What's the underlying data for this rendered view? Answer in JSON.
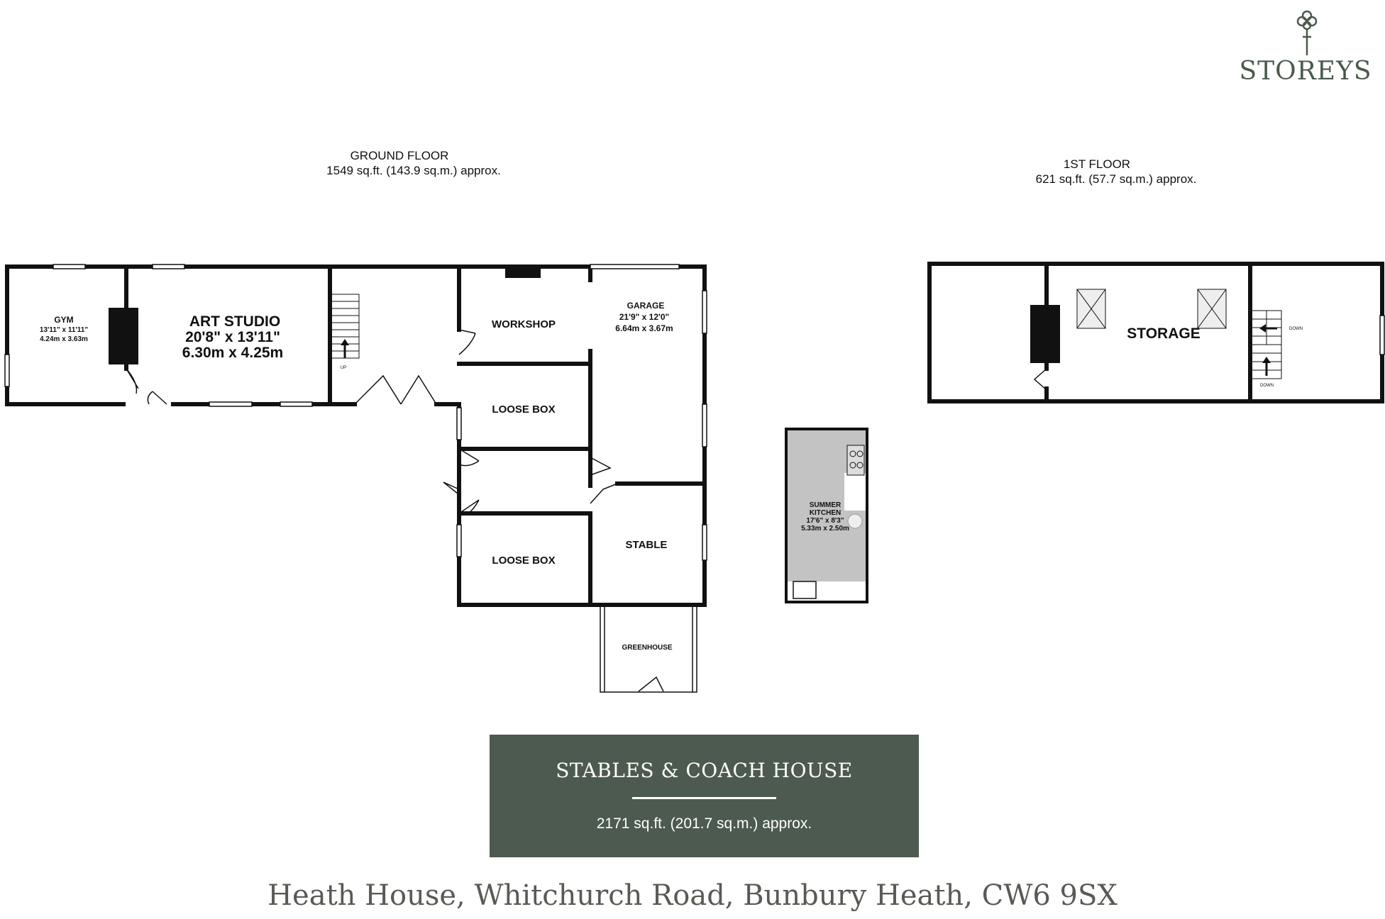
{
  "brand": {
    "name": "STOREYS",
    "logo": "key-icon"
  },
  "floors": {
    "ground": {
      "title": "GROUND FLOOR",
      "area": "1549 sq.ft. (143.9 sq.m.) approx."
    },
    "first": {
      "title": "1ST FLOOR",
      "area": "621 sq.ft. (57.7 sq.m.) approx."
    }
  },
  "rooms": {
    "gym": {
      "name": "GYM",
      "imperial": "13'11\" x 11'11\"",
      "metric": "4.24m x 3.63m"
    },
    "art_studio": {
      "name": "ART STUDIO",
      "imperial": "20'8\" x 13'11\"",
      "metric": "6.30m x 4.25m"
    },
    "workshop": {
      "name": "WORKSHOP"
    },
    "garage": {
      "name": "GARAGE",
      "imperial": "21'9\" x 12'0\"",
      "metric": "6.64m x 3.67m"
    },
    "loose_box_1": {
      "name": "LOOSE BOX"
    },
    "loose_box_2": {
      "name": "LOOSE BOX"
    },
    "stable": {
      "name": "STABLE"
    },
    "greenhouse": {
      "name": "GREENHOUSE"
    },
    "summer_kitchen": {
      "name_line1": "SUMMER",
      "name_line2": "KITCHEN",
      "imperial": "17'6\" x 8'3\"",
      "metric": "5.33m x 2.50m"
    },
    "storage": {
      "name": "STORAGE"
    }
  },
  "stairs": {
    "ground_up": "UP",
    "first_down_1": "DOWN",
    "first_down_2": "DOWN"
  },
  "summary": {
    "title": "STABLES & COACH HOUSE",
    "total_area": "2171 sq.ft. (201.7 sq.m.) approx."
  },
  "address": "Heath House, Whitchurch Road, Bunbury Heath, CW6 9SX"
}
